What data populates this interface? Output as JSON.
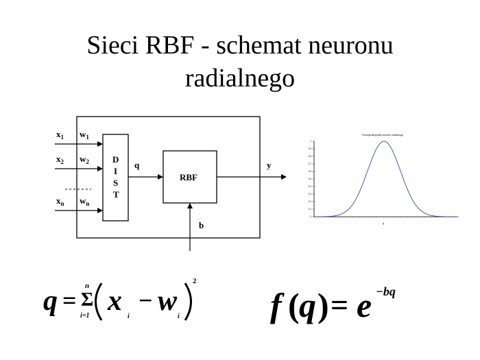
{
  "title": {
    "line1": "Sieci RBF - schemat neuronu",
    "line2": "radialnego"
  },
  "diagram": {
    "inputs": [
      {
        "x": "x",
        "xsub": "1",
        "w": "w",
        "wsub": "1"
      },
      {
        "x": "x",
        "xsub": "2",
        "w": "w",
        "wsub": "2"
      },
      {
        "x": "x",
        "xsub": "n",
        "w": "w",
        "wsub": "n"
      }
    ],
    "dist_letters": [
      "D",
      "I",
      "S",
      "T"
    ],
    "q_label": "q",
    "rbf_label": "RBF",
    "y_label": "y",
    "b_label": "b"
  },
  "plot": {
    "title": "Funkcja aktywacji neuronu radialnego",
    "ytick_labels": [
      "1",
      "0.9",
      "0.8",
      "0.7",
      "0.6",
      "0.5",
      "0.4",
      "0.3",
      "0.2",
      "0.1",
      "0"
    ],
    "xlabel": "q",
    "curve_color": "#3f3fbf"
  },
  "formula_q": {
    "q": "q",
    "eq": "=",
    "sum": "Σ",
    "sum_top": "n",
    "sum_bottom": "i=1",
    "x": "x",
    "minus": "−",
    "w": "w",
    "sub_i1": "i",
    "sub_i2": "i",
    "exp": "2"
  },
  "formula_f": {
    "f": "f",
    "lpar": "(",
    "q": "q",
    "rpar": ")",
    "eq": "=",
    "e": "e",
    "exp": "−bq"
  }
}
